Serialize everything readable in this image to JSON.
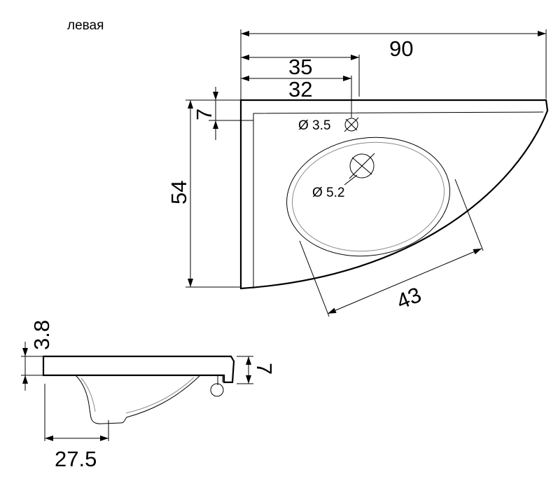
{
  "caption": "левая",
  "top_view": {
    "width_total": "90",
    "offset_to_tap_hole": "35",
    "offset_to_drain": "32",
    "rim_depth": "7",
    "depth_total": "54",
    "bowl_length": "43",
    "tap_hole_label": "Ø 3.5",
    "drain_label": "Ø 5.2"
  },
  "side_view": {
    "rim_thickness": "3.8",
    "front_height": "7",
    "bowl_width": "27.5"
  }
}
